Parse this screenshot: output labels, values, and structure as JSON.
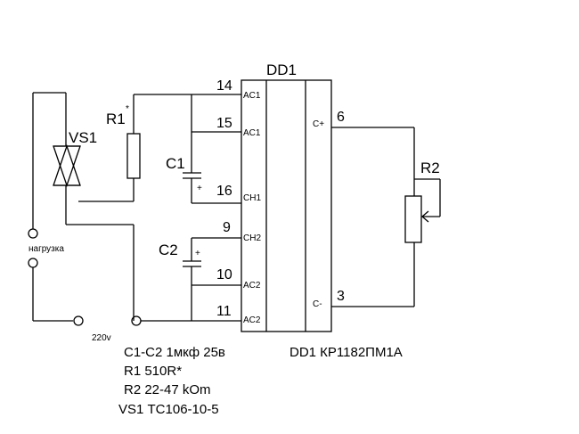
{
  "ic": {
    "name": "DD1",
    "pins": {
      "p14": "14",
      "p15": "15",
      "p16": "16",
      "p9": "9",
      "p10": "10",
      "p11": "11",
      "p6": "6",
      "p3": "3"
    },
    "pin_names": {
      "ac1_top": "AC1",
      "ac1_mid": "AC1",
      "ch1": "CH1",
      "ch2": "CH2",
      "ac2_mid": "AC2",
      "ac2_bot": "AC2",
      "c_plus": "C+",
      "c_minus": "C-"
    }
  },
  "components": {
    "r1": "R1",
    "r1_mark": "*",
    "r2": "R2",
    "c1": "C1",
    "c1_plus": "+",
    "c2": "C2",
    "c2_plus": "+",
    "vs1": "VS1"
  },
  "terminals": {
    "load": "нагрузка",
    "mains": "220v"
  },
  "notes": {
    "capacitors": "C1-C2  1мкф 25в",
    "r1": "R1  510R*",
    "r2": "R2  22-47 kOm",
    "vs1": "VS1 ТС106-10-5",
    "ic": "DD1 КР1182ПМ1А"
  }
}
